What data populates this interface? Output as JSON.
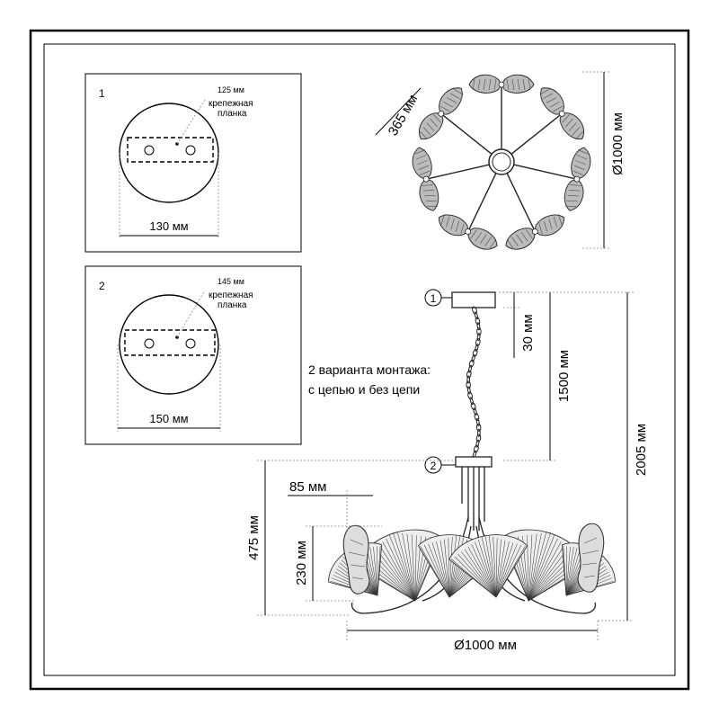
{
  "panel1": {
    "number": "1",
    "plate_size": "125 мм",
    "plate_label_line1": "крепежная",
    "plate_label_line2": "планка",
    "base_diameter": "130 мм"
  },
  "panel2": {
    "number": "2",
    "plate_size": "145 мм",
    "plate_label_line1": "крепежная",
    "plate_label_line2": "планка",
    "base_diameter": "150 мм"
  },
  "top_view": {
    "arm_length": "365 мм",
    "diameter": "Ø1000 мм"
  },
  "side_view": {
    "marker_1": "1",
    "marker_2": "2",
    "canopy_height": "30 мм",
    "chain_length": "1500 мм",
    "total_height": "2005 мм",
    "arm_offset": "85 мм",
    "body_height": "475 мм",
    "shade_height": "230 мм",
    "diameter": "Ø1000 мм"
  },
  "note": {
    "line1": "2 варианта монтажа:",
    "line2": "с цепью и без цепи"
  }
}
